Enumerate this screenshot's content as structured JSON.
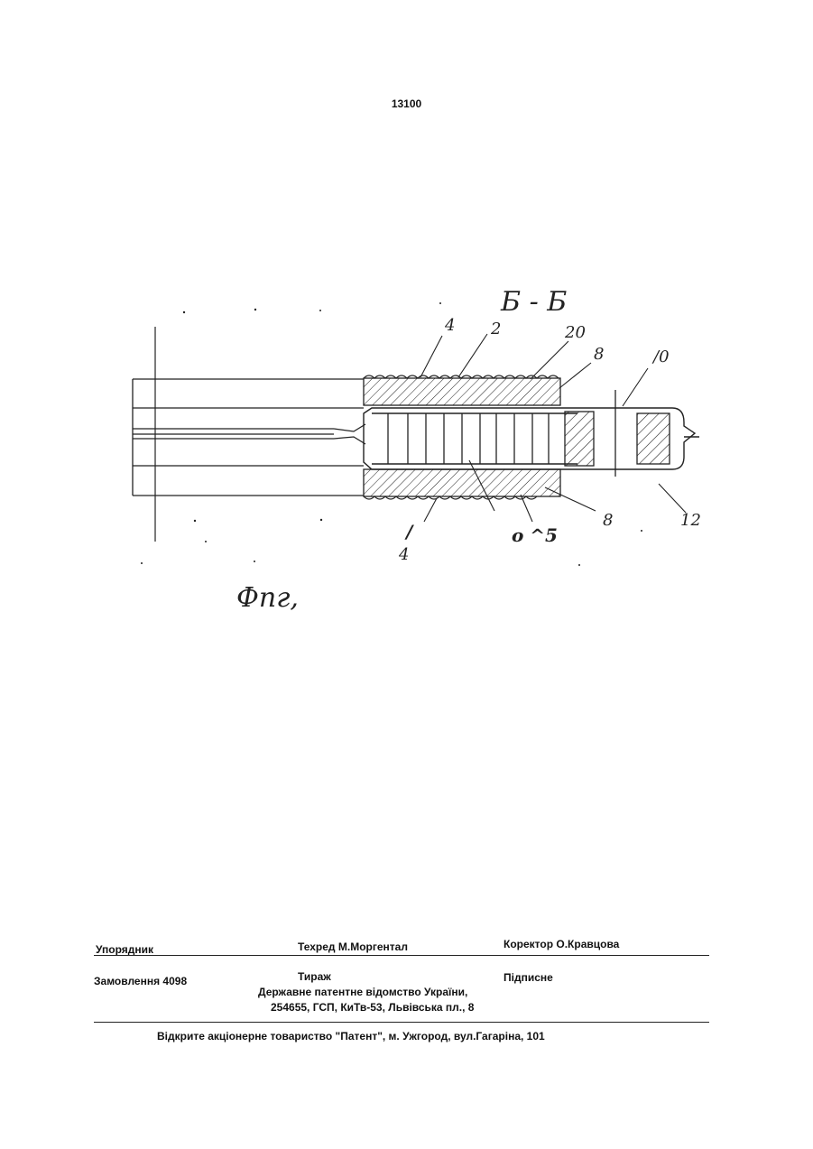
{
  "page": {
    "number": "13100"
  },
  "figure": {
    "section": "Б - Б",
    "caption": "Фпг,",
    "labels": {
      "l4top": "4",
      "l2": "2",
      "l20": "20",
      "l8top": "8",
      "l10": "/0",
      "l12": "12",
      "l8bot": "8",
      "l5": "o ^5",
      "l1": "/",
      "l4bot": "4"
    }
  },
  "footer": {
    "compiler": "Упорядник",
    "techred": "Техред М.Моргентал",
    "corrector": "Коректор   О.Кравцова",
    "order": "Замовлення 4098",
    "circulation": "Тираж",
    "signed": "Підписне",
    "agency": "Державне патентне відомство України,",
    "address": "254655, ГСП, КиТв-53, Львівська пл., 8",
    "publisher": "Відкрите акціонерне товариство   \"Патент\", м. Ужгород, вул.Гагаріна, 101"
  }
}
